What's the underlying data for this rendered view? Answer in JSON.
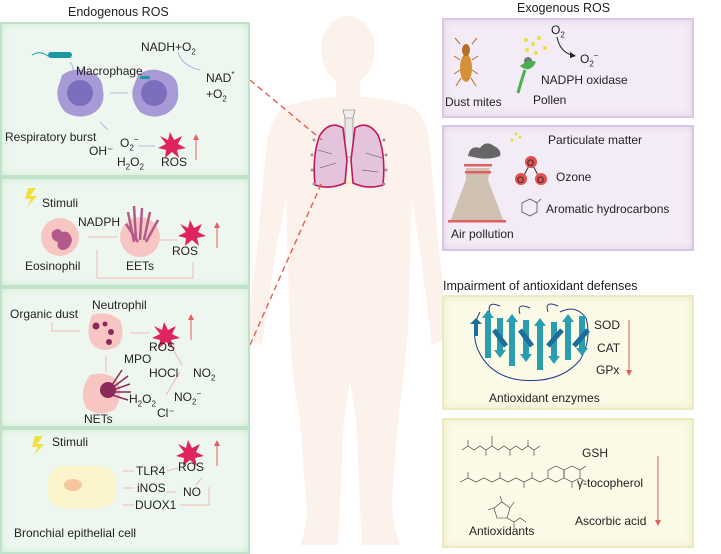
{
  "endogenous": {
    "title": "Endogenous ROS",
    "macrophage_panel": {
      "cell_label": "Macrophage",
      "reaction_reactant": "NADH+O",
      "reaction_reactant_sub": "2",
      "reaction_product_1": "NAD",
      "reaction_product_1_sup": "*",
      "reaction_product_2": "+O",
      "reaction_product_2_sub": "2",
      "process_label": "Respiratory burst",
      "species": {
        "superoxide": "O",
        "superoxide_sub": "2",
        "superoxide_sup": "−",
        "hydroxyl": "OH⁻",
        "peroxide_a": "H",
        "peroxide_sub": "2",
        "peroxide_b": "O",
        "peroxide_sub2": "2"
      },
      "ros_label": "ROS"
    },
    "eosinophil_panel": {
      "stimuli_label": "Stimuli",
      "enzyme_label": "NADPH",
      "cell_label": "Eosinophil",
      "trap_label": "EETs",
      "ros_label": "ROS"
    },
    "neutrophil_panel": {
      "trigger_label": "Organic dust",
      "cell_label": "Neutrophil",
      "ros_label": "ROS",
      "mpo_label": "MPO",
      "hocl_label": "HOCl",
      "no2_label": "NO",
      "no2_sub": "2",
      "peroxide_a": "H",
      "peroxide_sub": "2",
      "peroxide_b": "O",
      "peroxide_sub2": "2",
      "nitrite_label": "NO",
      "nitrite_sub": "2",
      "nitrite_sup": "−",
      "chloride_label": "Cl⁻",
      "trap_label": "NETs"
    },
    "epithelial_panel": {
      "stimuli_label": "Stimuli",
      "ros_label": "ROS",
      "pathways": [
        "TLR4",
        "iNOS",
        "DUOX1"
      ],
      "no_label": "NO",
      "cell_label": "Bronchial epithelial cell"
    }
  },
  "exogenous": {
    "title": "Exogenous ROS",
    "allergen_panel": {
      "source_1": "Dust mites",
      "source_2": "Pollen",
      "o2_label": "O",
      "o2_sub": "2",
      "superoxide_label": "O",
      "superoxide_sub": "2",
      "superoxide_sup": "−",
      "enzyme_label": "NADPH oxidase"
    },
    "pollution_panel": {
      "item_1": "Particulate matter",
      "item_2": "Ozone",
      "item_3": "Aromatic hydrocarbons",
      "source_label": "Air pollution",
      "ozone_atom": "O"
    }
  },
  "antioxidant": {
    "title": "Impairment of antioxidant defenses",
    "enzyme_panel": {
      "enzymes": [
        "SOD",
        "CAT",
        "GPx"
      ],
      "caption": "Antioxidant enzymes"
    },
    "molecule_panel": {
      "molecules": [
        "GSH",
        "γ-tocopherol",
        "Ascorbic acid"
      ],
      "caption": "Antioxidants"
    }
  },
  "colors": {
    "green_panel": "#edf7ef",
    "purple_panel": "#f3ebf5",
    "yellow_panel": "#fafae6",
    "ros_star": "#e0245e",
    "arrow_red": "#e06060",
    "body": "#fdf2ee",
    "lung": "#e4c4dc"
  }
}
